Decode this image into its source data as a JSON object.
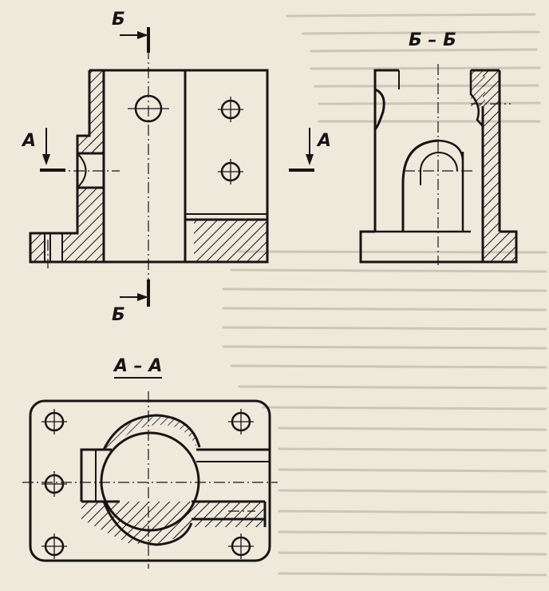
{
  "labels": {
    "b_top": "Б",
    "b_bottom": "Б",
    "a_left": "А",
    "a_right": "А",
    "section_bb": "Б – Б",
    "section_aa": "А – А"
  },
  "colors": {
    "paper": "#efe9dc",
    "ink": "#151515",
    "faded_text": "#cdc6b8"
  }
}
